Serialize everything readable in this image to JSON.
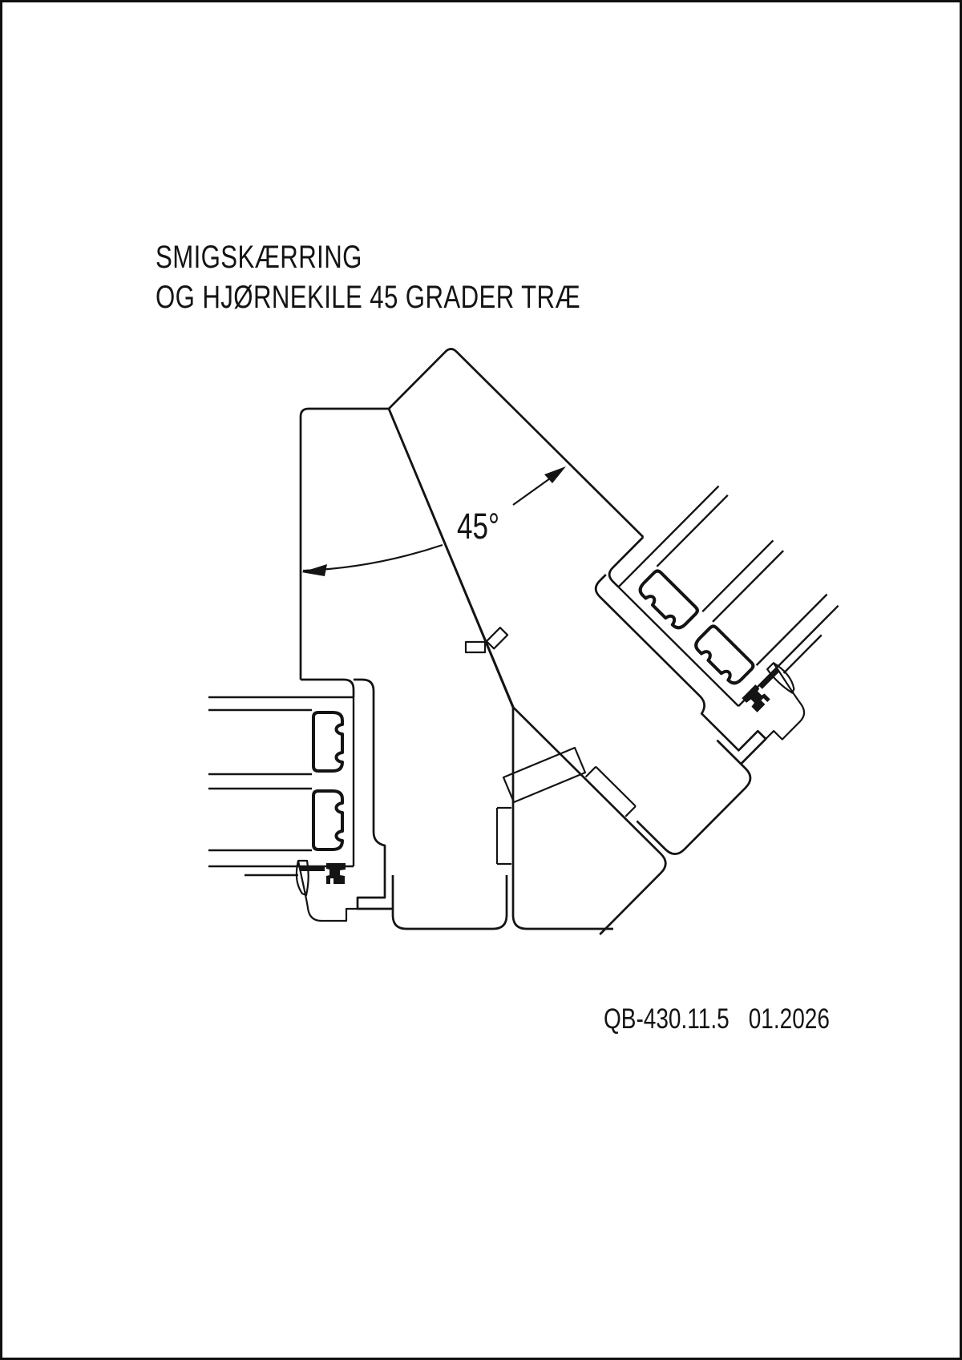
{
  "sheet": {
    "title_line1": "SMIGSKÆRRING",
    "title_line2": "OG HJØRNEKILE 45 GRADER TRÆ",
    "angle_label": "45°",
    "doc_number": "QB-430.11.5",
    "doc_date": "01.2026",
    "ink_color": "#141414",
    "paper_color": "#ffffff"
  }
}
